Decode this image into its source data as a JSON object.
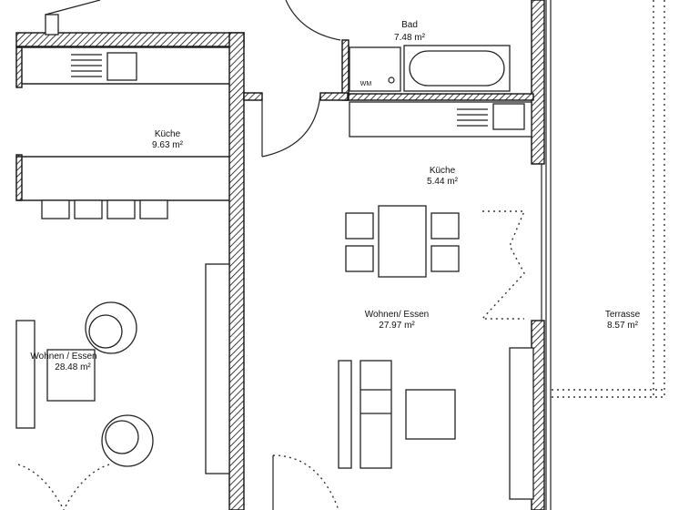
{
  "rooms": {
    "bad": {
      "name": "Bad",
      "area": "7.48 m²"
    },
    "kueche_left": {
      "name": "Küche",
      "area": "9.63 m²"
    },
    "kueche_right": {
      "name": "Küche",
      "area": "5.44 m²"
    },
    "wohnen_right": {
      "name": "Wohnen/ Essen",
      "area": "27.97 m²"
    },
    "wohnen_left": {
      "name": "Wohnen / Essen",
      "area": "28.48 m²"
    },
    "terrasse": {
      "name": "Terrasse",
      "area": "8.57 m²"
    }
  },
  "fixtures": {
    "wm_label": "WM"
  },
  "colors": {
    "line": "#222222",
    "background": "#ffffff"
  }
}
